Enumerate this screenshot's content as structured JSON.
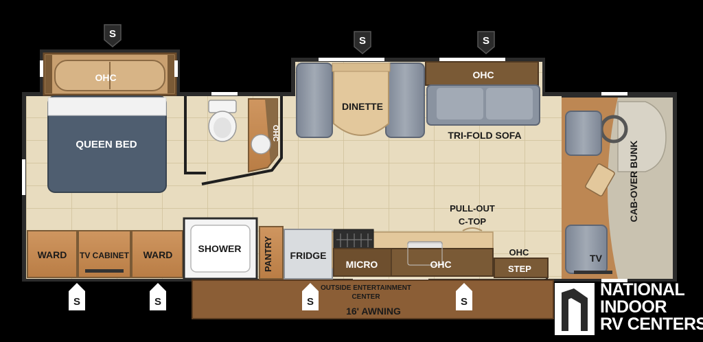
{
  "rooms": {
    "ohc_bedroom": "OHC",
    "queen_bed": "QUEEN BED",
    "ohc_bath": "OHC",
    "dinette": "DINETTE",
    "ohc_sofa": "OHC",
    "tri_fold_sofa": "TRI-FOLD SOFA",
    "cab_over_bunk": "CAB-OVER BUNK",
    "pull_out_ctop_line1": "PULL-OUT",
    "pull_out_ctop_line2": "C-TOP",
    "ward_left": "WARD",
    "tv_cabinet": "TV CABINET",
    "ward_right": "WARD",
    "shower": "SHOWER",
    "pantry": "PANTRY",
    "fridge": "FRIDGE",
    "micro": "MICRO",
    "ohc_kitchen": "OHC",
    "ohc_front": "OHC",
    "step": "STEP",
    "tv": "TV",
    "outside_entertainment_line1": "OUTSIDE ENTERTAINMENT",
    "outside_entertainment_line2": "CENTER",
    "awning": "16' AWNING"
  },
  "slide_marker": "S",
  "logo": {
    "line1": "NATIONAL",
    "line2": "INDOOR",
    "line3": "RV CENTERS"
  },
  "colors": {
    "background": "#000000",
    "floor_tile": "#e8dcbf",
    "floor_grout": "#d4c6a2",
    "cabinet": "#c58a4f",
    "dark_wood": "#7a5a36",
    "seat_gray": "#8a93a0",
    "bed_blue": "#4f5e70",
    "wall": "#2b2b2b",
    "logo_white": "#ffffff"
  }
}
